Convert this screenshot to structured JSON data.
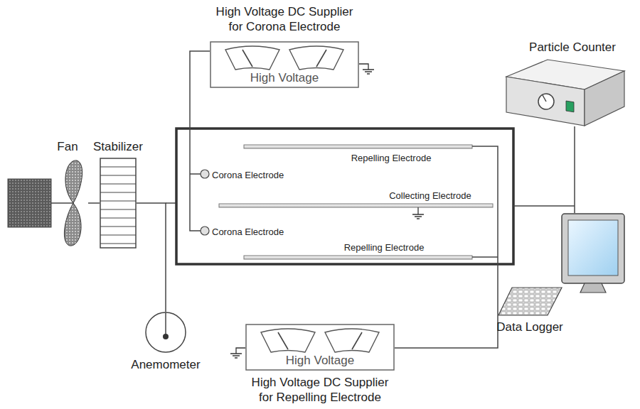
{
  "diagram": {
    "nodes": [
      {
        "text": [
          "High Voltage DC Supplier for Corona Electrode",
          "High Voltage"
        ]
      },
      {
        "text": [
          "Fan"
        ]
      },
      {
        "text": [
          "Stabilizer"
        ]
      },
      {
        "text": [
          "Particle Counter"
        ]
      },
      {
        "text": [
          "Anemometer"
        ]
      },
      {
        "text": [
          "Data Logger"
        ]
      },
      {
        "text": [
          "High Voltage",
          "High Voltage DC Supplier for Repelling Electrode"
        ]
      }
    ],
    "edges": [
      {
        "from": 1,
        "to": 2,
        "arrow": "none"
      },
      {
        "from": 2,
        "to": 4,
        "arrow": "none"
      },
      {
        "from": 3,
        "to": 5,
        "arrow": "none"
      }
    ],
    "labels": [
      "Repelling Electrode",
      "Corona Electrode",
      "Collecting Electrode",
      "Corona Electrode",
      "Repelling Electrode"
    ]
  }
}
